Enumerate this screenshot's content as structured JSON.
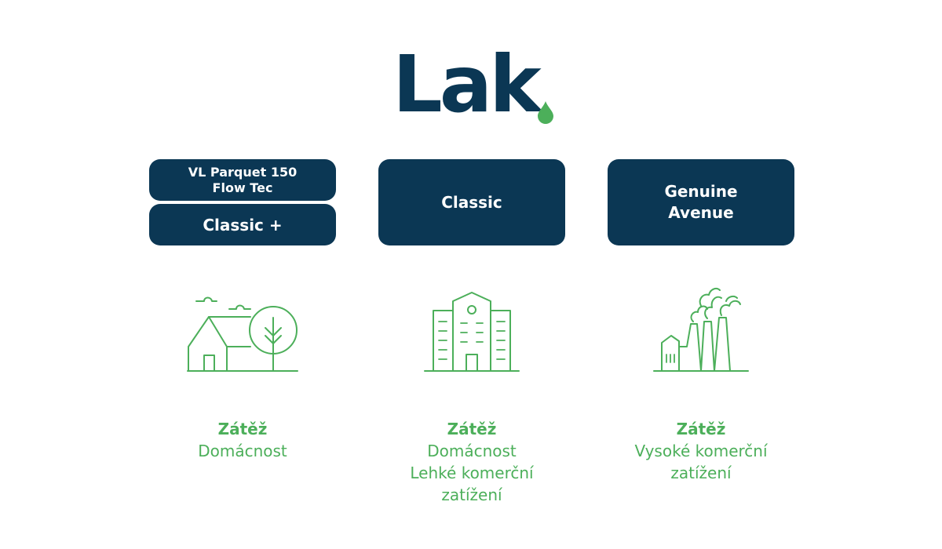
{
  "logo": {
    "text": "Lak",
    "drop_color": "#4caf5a",
    "text_color": "#0b3754"
  },
  "columns": [
    {
      "buttons": [
        {
          "label_line1": "VL Parquet 150",
          "label_line2": "Flow Tec"
        },
        {
          "label": "Classic +"
        }
      ],
      "icon": "house-with-tree-icon",
      "caption": {
        "title": "Zátěž",
        "lines": [
          "Domácnost"
        ]
      }
    },
    {
      "buttons": [
        {
          "label": "Classic"
        }
      ],
      "icon": "office-building-icon",
      "caption": {
        "title": "Zátěž",
        "lines": [
          "Domácnost",
          "Lehké komerční",
          "zatížení"
        ]
      }
    },
    {
      "buttons": [
        {
          "label_line1": "Genuine",
          "label_line2": "Avenue"
        }
      ],
      "icon": "factory-icon",
      "caption": {
        "title": "Zátěž",
        "lines": [
          "Vysoké komerční",
          "zatížení"
        ]
      }
    }
  ],
  "colors": {
    "navy": "#0b3754",
    "green": "#4caf5a"
  }
}
